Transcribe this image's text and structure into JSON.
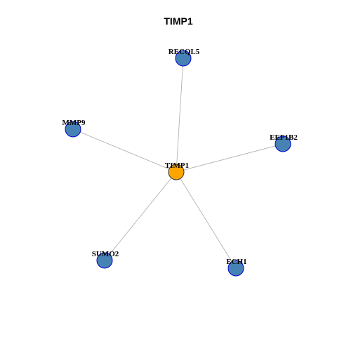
{
  "title": "TIMP1",
  "colors": {
    "center_fill": "#FFA500",
    "center_stroke": "#333333",
    "neighbor_fill": "#4682B4",
    "neighbor_stroke": "#0000CC",
    "edge": "#AAAAAA"
  },
  "network": {
    "center": "TIMP1",
    "nodes": [
      {
        "id": "TIMP1",
        "label": "TIMP1",
        "role": "center"
      },
      {
        "id": "RECQL5",
        "label": "RECQL5",
        "role": "neighbor"
      },
      {
        "id": "MMP9",
        "label": "MMP9",
        "role": "neighbor"
      },
      {
        "id": "EEF1B2",
        "label": "EEF1B2",
        "role": "neighbor"
      },
      {
        "id": "SUMO2",
        "label": "SUMO2",
        "role": "neighbor"
      },
      {
        "id": "ECH1",
        "label": "ECH1",
        "role": "neighbor"
      }
    ],
    "edges": [
      {
        "source": "TIMP1",
        "target": "RECQL5"
      },
      {
        "source": "TIMP1",
        "target": "MMP9"
      },
      {
        "source": "TIMP1",
        "target": "EEF1B2"
      },
      {
        "source": "TIMP1",
        "target": "SUMO2"
      },
      {
        "source": "TIMP1",
        "target": "ECH1"
      }
    ]
  }
}
